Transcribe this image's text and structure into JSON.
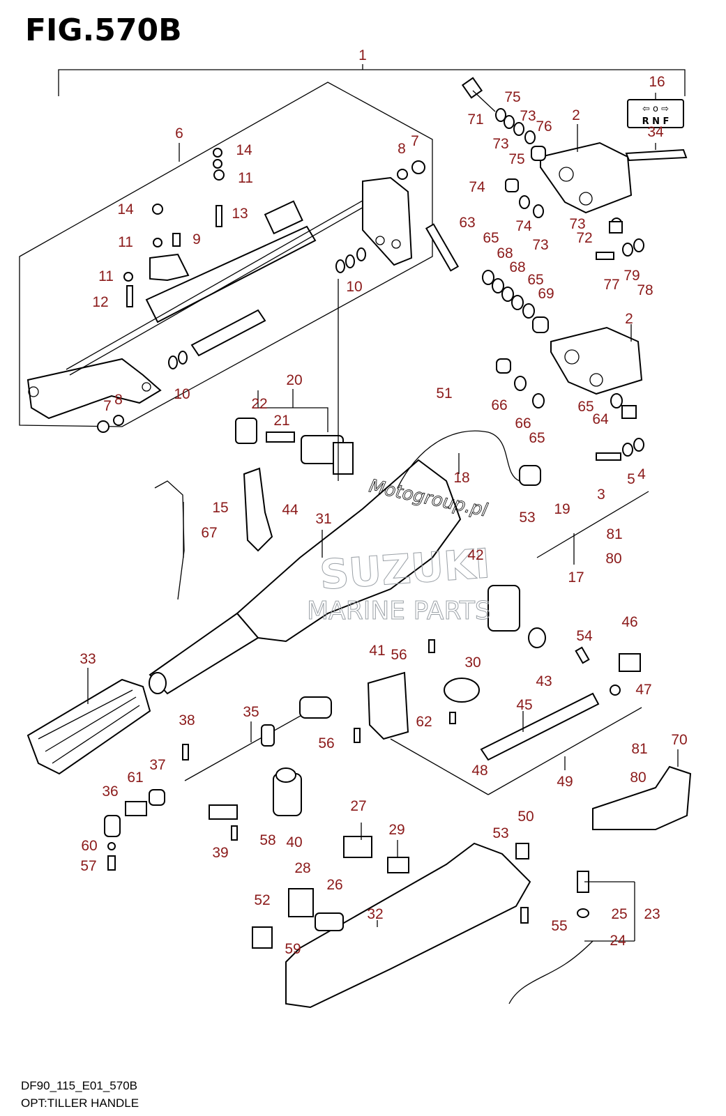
{
  "figure": {
    "title": "FIG.570B"
  },
  "footer": {
    "code": "DF90_115_E01_570B",
    "name": "OPT:TILLER HANDLE"
  },
  "shift_label": {
    "glyphs": "⇦ o ⇨",
    "letters": "R N F"
  },
  "watermark": {
    "brand": "SUZUKI",
    "sub": "MARINE PARTS",
    "site": "Motogroup.pl"
  },
  "callouts": [
    "1",
    "2",
    "2",
    "3",
    "4",
    "5",
    "6",
    "7",
    "7",
    "8",
    "8",
    "9",
    "10",
    "10",
    "11",
    "11",
    "11",
    "12",
    "13",
    "14",
    "14",
    "15",
    "16",
    "17",
    "18",
    "19",
    "20",
    "21",
    "22",
    "23",
    "24",
    "25",
    "26",
    "27",
    "28",
    "29",
    "30",
    "31",
    "32",
    "33",
    "34",
    "35",
    "36",
    "37",
    "38",
    "39",
    "40",
    "41",
    "42",
    "43",
    "44",
    "45",
    "46",
    "47",
    "48",
    "49",
    "50",
    "51",
    "52",
    "53",
    "53",
    "54",
    "55",
    "56",
    "56",
    "57",
    "58",
    "59",
    "60",
    "61",
    "62",
    "63",
    "64",
    "65",
    "65",
    "65",
    "65",
    "66",
    "66",
    "67",
    "68",
    "68",
    "69",
    "70",
    "71",
    "72",
    "73",
    "73",
    "73",
    "73",
    "74",
    "74",
    "75",
    "75",
    "76",
    "77",
    "78",
    "79",
    "80",
    "80",
    "81",
    "81"
  ],
  "colors": {
    "callout": "#8b1a1a",
    "line": "#000000",
    "watermark": "#9aa0a6"
  }
}
